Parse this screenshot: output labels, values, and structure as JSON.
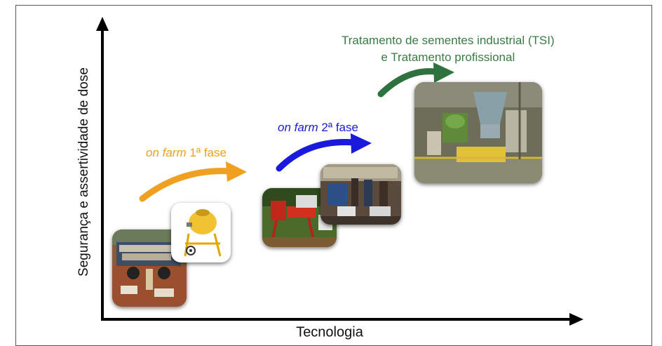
{
  "axes": {
    "y_label": "Segurança e assertividade de dose",
    "x_label": "Tecnologia"
  },
  "phases": [
    {
      "italic": "on farm",
      "rest": " 1ª fase",
      "color": "#f0a020"
    },
    {
      "italic": "on farm",
      "rest": " 2ª fase",
      "color": "#1a1adc"
    },
    {
      "line1": "Tratamento de sementes industrial (TSI)",
      "line2": "e Tratamento profissional",
      "color": "#3a7a45"
    }
  ]
}
